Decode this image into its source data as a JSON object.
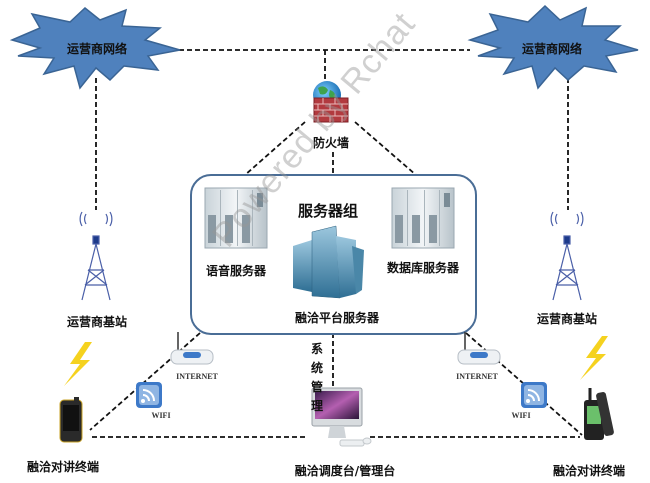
{
  "diagram": {
    "title": "服务器组",
    "nodes": {
      "carrier_network_left": {
        "label": "运营商网络",
        "icon": "starburst-cloud-icon"
      },
      "carrier_network_right": {
        "label": "运营商网络",
        "icon": "starburst-cloud-icon"
      },
      "firewall": {
        "label": "防火墙",
        "icon": "firewall-globe-icon"
      },
      "voice_server": {
        "label": "语音服务器",
        "icon": "server-rack-icon"
      },
      "db_server": {
        "label": "数据库服务器",
        "icon": "server-rack-icon"
      },
      "platform_server": {
        "label": "融洽平台服务器",
        "icon": "server-building-icon"
      },
      "base_station_left": {
        "label": "运营商基站",
        "icon": "cell-tower-icon"
      },
      "base_station_right": {
        "label": "运营商基站",
        "icon": "cell-tower-icon"
      },
      "router_left": {
        "label": "INTERNET",
        "icon": "router-icon"
      },
      "router_right": {
        "label": "INTERNET",
        "icon": "router-icon"
      },
      "wifi_left": {
        "label": "WIFI",
        "icon": "wifi-icon"
      },
      "wifi_right": {
        "label": "WIFI",
        "icon": "wifi-icon"
      },
      "terminal_left": {
        "label": "融洽对讲终端",
        "icon": "rugged-phone-icon"
      },
      "terminal_right": {
        "label": "融洽对讲终端",
        "icon": "walkie-talkie-icon"
      },
      "console": {
        "label": "融洽调度台/管理台",
        "icon": "desktop-computer-icon"
      }
    },
    "edge_labels": {
      "system_mgmt": [
        "系",
        "统",
        "管",
        "理"
      ]
    },
    "colors": {
      "cloud_fill": "#4f81bd",
      "cloud_stroke": "#3a6494",
      "group_border": "#4a6d96",
      "lightning": "#f5d21f",
      "edge": "#111111"
    },
    "watermark": "Powered by Rchat"
  }
}
